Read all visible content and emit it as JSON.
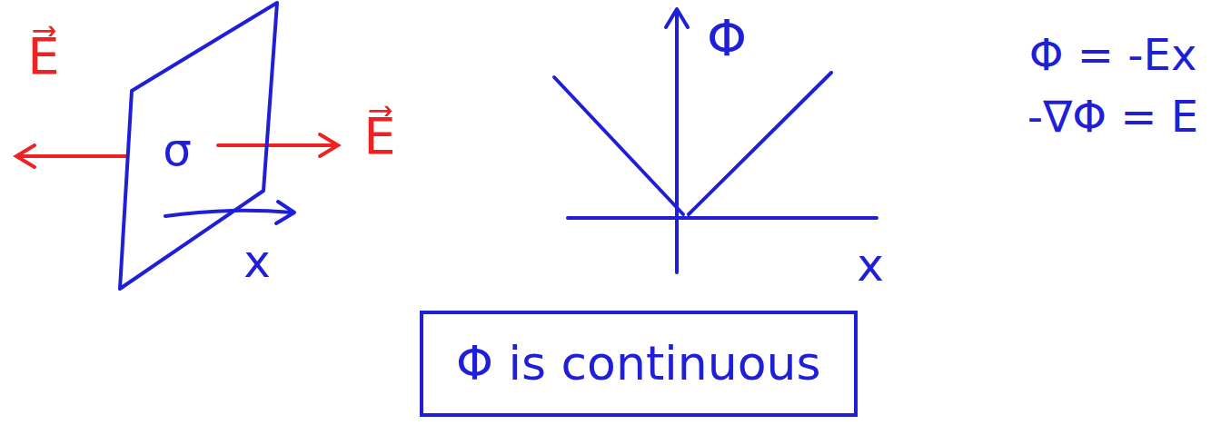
{
  "diagram": {
    "nodes": [
      {
        "text": [
          "σ"
        ]
      },
      {
        "text": [
          "Φ is continuous"
        ]
      }
    ],
    "labels": [
      "E⃗",
      "E⃗",
      "x",
      "Φ",
      "x",
      "Φ = -Ex",
      "-∇Φ = E"
    ]
  }
}
